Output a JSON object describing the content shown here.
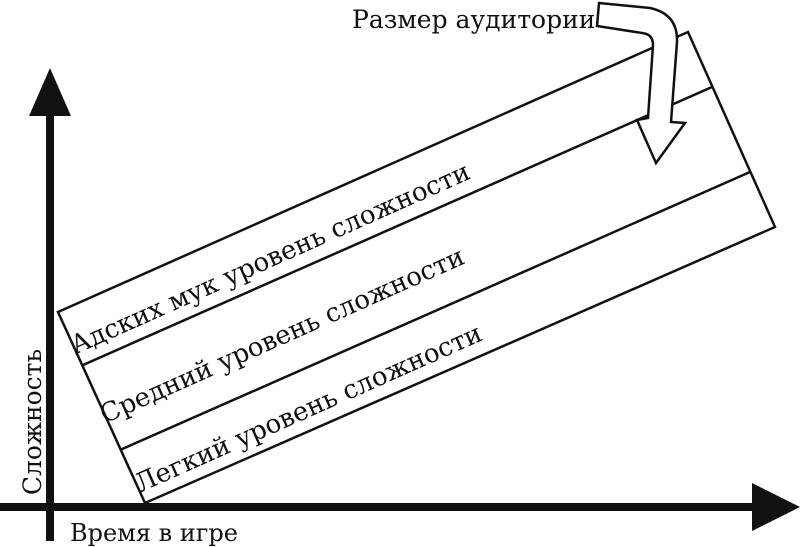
{
  "axes": {
    "y_label": "Сложность",
    "x_label": "Время в игре"
  },
  "audience_label": "Размер аудитории",
  "levels": [
    {
      "label": "Адских мук уровень сложности"
    },
    {
      "label": "Средний уровень сложности"
    },
    {
      "label": "Легкий уровень сложности"
    }
  ],
  "colors": {
    "ink": "#111111",
    "background": "#ffffff"
  }
}
